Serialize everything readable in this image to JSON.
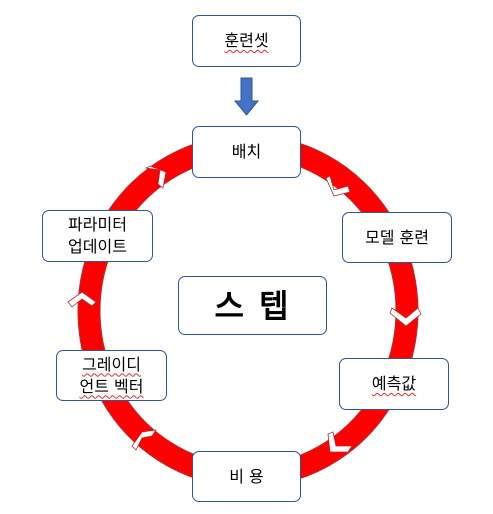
{
  "colors": {
    "ring": "#ff0000",
    "ring_outline": "#b03030",
    "node_border": "#2f5597",
    "down_arrow": "#4472c4",
    "spellcheck_underline": "#e03030"
  },
  "nodes": {
    "training_set": {
      "label": "훈련셋"
    },
    "batch": {
      "label": "배치"
    },
    "model_training": {
      "label": "모델 훈련"
    },
    "prediction": {
      "label": "예측값"
    },
    "cost": {
      "label": "비 용"
    },
    "gradient_vector": {
      "line1": "그레이디",
      "line2": "언트 벡터"
    },
    "parameter_update": {
      "line1": "파라미터",
      "line2": "업데이트"
    },
    "center": {
      "label": "스 텝"
    }
  },
  "icons": {
    "input_arrow": "down-arrow-icon",
    "cycle_arrows": "chevron-arrow-icon"
  }
}
